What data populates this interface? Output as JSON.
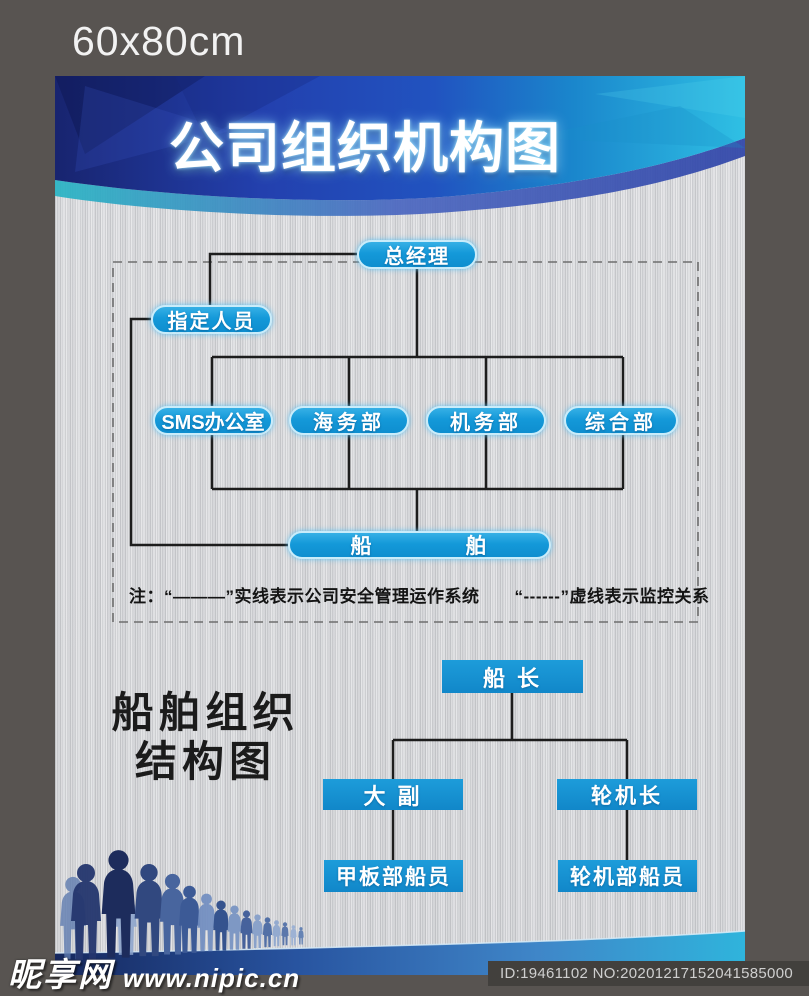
{
  "size_label": "60x80cm",
  "poster": {
    "banner": {
      "title": "公司组织机构图"
    },
    "company_chart": {
      "nodes": {
        "general_manager": "总经理",
        "designated_personnel": "指定人员",
        "sms_office": "SMS办公室",
        "marine_dept": "海务部",
        "engineering_dept": "机务部",
        "general_dept": "综合部",
        "ship": "船　　　　舶"
      },
      "note": "注：“———”实线表示公司安全管理运作系统　　“------”虚线表示监控关系"
    },
    "ship_chart": {
      "heading_line1": "船舶组织",
      "heading_line2": "结构图",
      "nodes": {
        "captain": "船 长",
        "chief_officer": "大 副",
        "chief_engineer": "轮机长",
        "deck_crew": "甲板部船员",
        "engine_crew": "轮机部船员"
      }
    },
    "colors": {
      "node_blue": "#1499d9",
      "banner_navy": "#18246f",
      "banner_cyan": "#2fc0e4",
      "connector_black": "#1d1d1d",
      "swoosh_blue": "#2854a0"
    }
  },
  "footer": {
    "site_name": "昵享网",
    "site_url": "www.nipic.cn",
    "id_text": "ID:19461102 NO:20201217152041585000"
  }
}
